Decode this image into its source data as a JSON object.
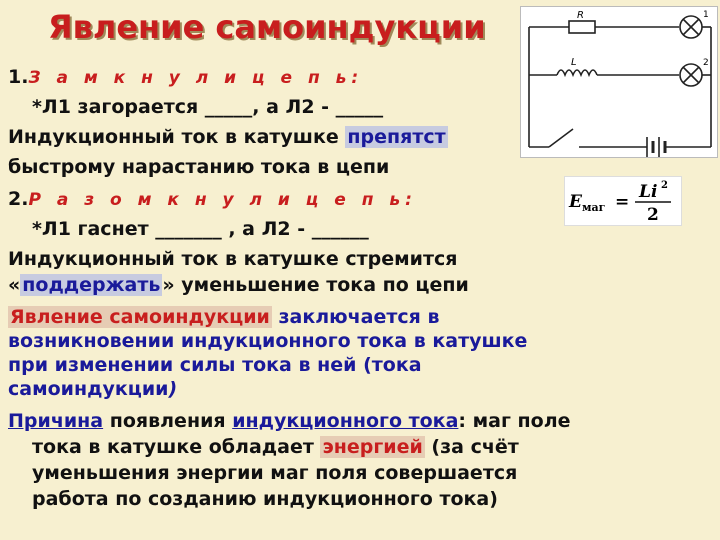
{
  "title": "Явление самоиндукции",
  "step1": {
    "number": "1.",
    "label": "З а м к н у л и    ц е п ь:"
  },
  "line_l1_closed": "*Л1 загорается _____, а Л2 - _____",
  "line_current1": {
    "text": "Индукционный ток в катушке ",
    "highlight": "препятст"
  },
  "line_current1b": "быстрому нарастанию тока в цепи",
  "step2": {
    "number": "2.",
    "label": "Р а з о м к н у л и    ц е п ь:"
  },
  "line_l1_open": "*Л1 гаснет _______ , а Л2 - ______",
  "line_current2": "Индукционный ток в катушке стремится",
  "line_current2b": {
    "pre": "«",
    "highlight": "поддержать",
    "post": "» уменьшение тока по цепи"
  },
  "definition": {
    "term": "Явление самоиндукции",
    "line1_rest": " заключается в",
    "line2": "возникновении индукционного тока в катушке",
    "line3": "при изменении силы тока в ней (тока",
    "line4": "самоиндукции",
    "line4_end": ")"
  },
  "cause": {
    "term": "Причина",
    "mid": " появления ",
    "term2": "индукционного тока",
    "rest": ": маг поле",
    "line2_pre": "тока в катушке обладает ",
    "line2_hl": "энергией",
    "line2_post": " (за счёт",
    "line3": "уменьшения энергии маг поля совершается",
    "line4": "работа по созданию индукционного тока)"
  },
  "circuit": {
    "resistor": "R",
    "coil": "L",
    "lamp1": "1",
    "lamp2": "2"
  },
  "formula": {
    "lhs": "E",
    "sub": "маг",
    "eq": "=",
    "num": "Li",
    "exp": "2",
    "den": "2"
  }
}
